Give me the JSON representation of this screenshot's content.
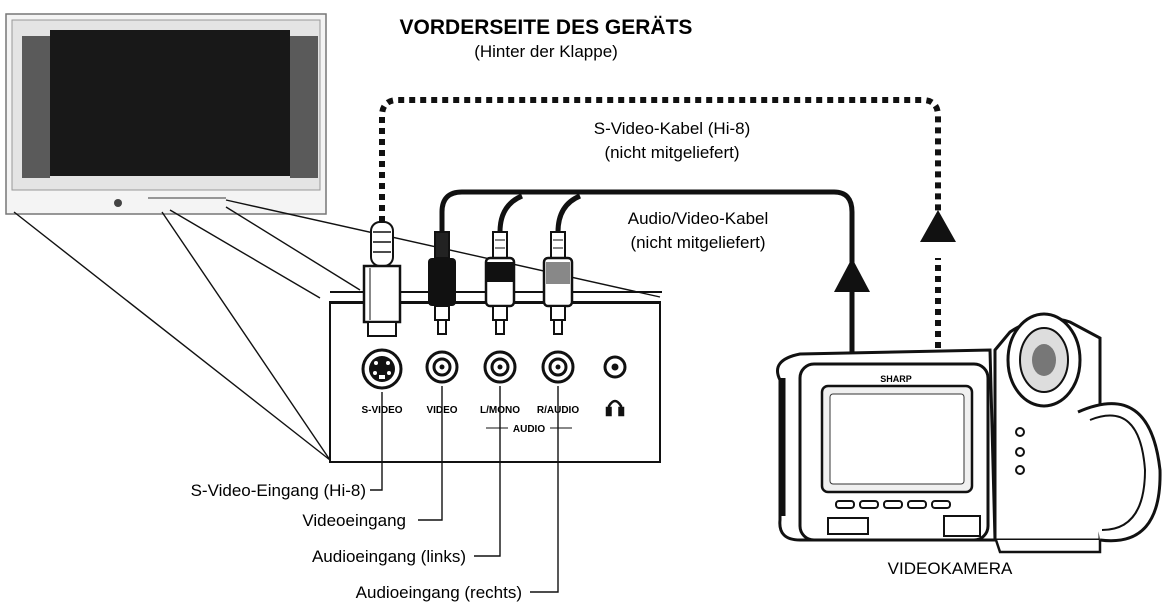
{
  "header": {
    "title": "VORDERSEITE DES GERÄTS",
    "subtitle": "(Hinter der Klappe)"
  },
  "cables": {
    "svideo": {
      "name": "S-Video-Kabel (Hi-8)",
      "note": "(nicht mitgeliefert)"
    },
    "av": {
      "name": "Audio/Video-Kabel",
      "note": "(nicht mitgeliefert)"
    }
  },
  "panel": {
    "port_labels": {
      "svideo": "S-VIDEO",
      "video": "VIDEO",
      "left": "L/MONO",
      "right": "R/AUDIO",
      "audio": "AUDIO"
    },
    "headphone_icon": "headphone-icon"
  },
  "callouts": [
    "S-Video-Eingang (Hi-8)",
    "Videoeingang",
    "Audioeingang (links)",
    "Audioeingang (rechts)"
  ],
  "camera": {
    "label": "VIDEOKAMERA",
    "brand": "SHARP"
  }
}
